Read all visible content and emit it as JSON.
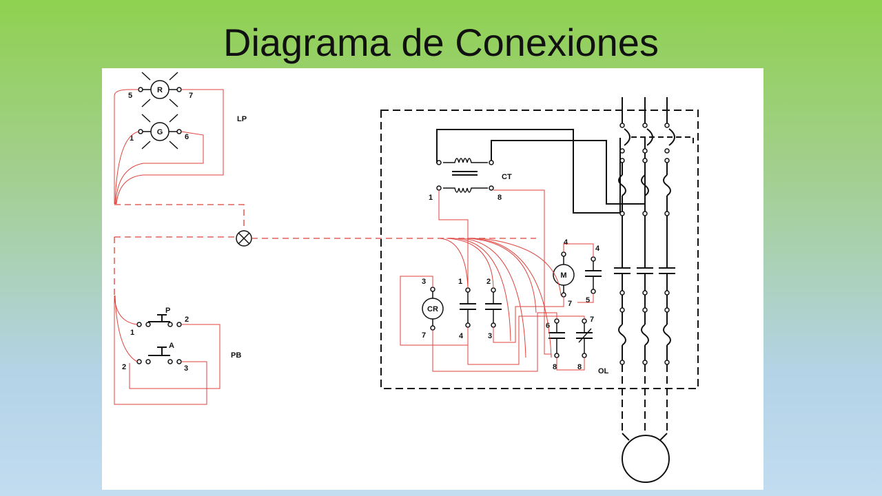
{
  "title": "Diagrama de Conexiones",
  "labels": {
    "lp": "LP",
    "pb": "PB",
    "ct": "CT",
    "ol": "OL",
    "lamp_r": "R",
    "lamp_g": "G",
    "btn_p": "P",
    "btn_a": "A",
    "coil_cr": "CR",
    "motor_m": "M"
  },
  "terminals": {
    "r_left": "5",
    "r_right": "7",
    "g_left": "1",
    "g_right": "6",
    "p_left": "1",
    "p_right": "2",
    "a_left": "2",
    "a_right": "3",
    "ct_left": "1",
    "ct_right": "8",
    "cr_top": "3",
    "cr_bottom": "7",
    "c1_top": "1",
    "c1_bottom": "4",
    "c2_top": "2",
    "c2_bottom": "3",
    "m_top": "4",
    "m_bottom": "7",
    "c4_top": "4",
    "c4_bottom": "5",
    "ol_no_top": "6",
    "ol_no_bottom": "8",
    "ol_nc_top": "7",
    "ol_nc_bottom": "8"
  },
  "colors": {
    "wire_red": "#e0403a",
    "wire_black": "#111111",
    "background_top": "#8fd150",
    "background_bottom": "#c2dcf0"
  }
}
